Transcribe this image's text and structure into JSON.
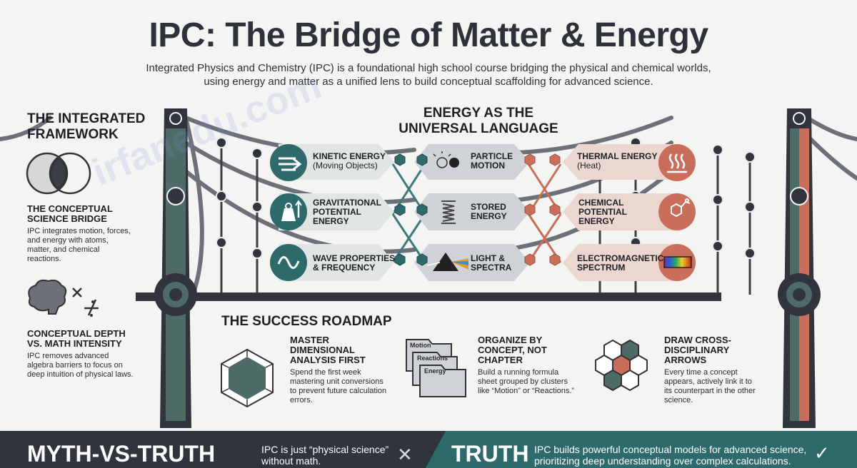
{
  "header": {
    "title": "IPC: The Bridge of Matter & Energy",
    "subtitle": "Integrated Physics and Chemistry (IPC) is a foundational high school course bridging the physical and chemical worlds, using energy and matter as a unified lens to build conceptual scaffolding for advanced science."
  },
  "framework": {
    "heading_line1": "THE INTEGRATED",
    "heading_line2": "FRAMEWORK",
    "items": [
      {
        "icon": "venn-diagram-icon",
        "title_line1": "THE CONCEPTUAL",
        "title_line2": "SCIENCE BRIDGE",
        "text": "IPC integrates motion, forces, and energy with atoms, matter, and chemical reactions."
      },
      {
        "icon": "brain-math-icon",
        "title_line1": "CONCEPTUAL DEPTH",
        "title_line2": "VS. MATH INTENSITY",
        "text": "IPC removes advanced algebra barriers to focus on deep intuition of physical laws."
      }
    ]
  },
  "energy": {
    "heading_line1": "ENERGY AS THE",
    "heading_line2": "UNIVERSAL LANGUAGE",
    "physics_nodes": [
      {
        "title": "KINETIC ENERGY",
        "sub": "(Moving Objects)",
        "icon": "arrows-right-icon"
      },
      {
        "title": "GRAVITATIONAL",
        "title2": "POTENTIAL",
        "title3": "ENERGY",
        "icon": "weight-icon"
      },
      {
        "title": "WAVE PROPERTIES",
        "title2": "& FREQUENCY",
        "icon": "wave-icon"
      }
    ],
    "bridge_nodes": [
      {
        "title": "PARTICLE",
        "title2": "MOTION",
        "icon": "particles-icon"
      },
      {
        "title": "STORED",
        "title2": "ENERGY",
        "icon": "spring-icon"
      },
      {
        "title": "LIGHT &",
        "title2": "SPECTRA",
        "icon": "prism-icon"
      }
    ],
    "chemistry_nodes": [
      {
        "title": "THERMAL ENERGY",
        "sub": "(Heat)",
        "icon": "heat-icon"
      },
      {
        "title": "CHEMICAL",
        "title2": "POTENTIAL",
        "title3": "ENERGY",
        "icon": "molecule-icon"
      },
      {
        "title": "ELECTROMAGNETIC",
        "title2": "SPECTRUM",
        "icon": "spectrum-icon"
      }
    ]
  },
  "roadmap": {
    "heading": "THE SUCCESS ROADMAP",
    "steps": [
      {
        "icon": "hexagon-cube-icon",
        "title_line1": "MASTER",
        "title_line2": "DIMENSIONAL",
        "title_line3": "ANALYSIS FIRST",
        "text": "Spend the first week mastering unit conversions to prevent future calculation errors."
      },
      {
        "icon": "folders-icon",
        "folders": [
          "Motion",
          "Reactions",
          "Energy"
        ],
        "title_line1": "ORGANIZE BY",
        "title_line2": "CONCEPT, NOT",
        "title_line3": "CHAPTER",
        "text": "Build a running formula sheet grouped by clusters like “Motion” or “Reactions.”"
      },
      {
        "icon": "hex-network-icon",
        "title_line1": "DRAW CROSS-",
        "title_line2": "DISCIPLINARY",
        "title_line3": "ARROWS",
        "text": "Every time a concept appears, actively link it to its counterpart in the other science."
      }
    ]
  },
  "footer": {
    "myth_heading": "MYTH-VS-TRUTH",
    "myth_text": "IPC is just “physical science” without math.",
    "truth_heading": "TRUTH",
    "truth_text": "IPC builds powerful conceptual models for advanced science, prioritizing deep understanding over complex calculations."
  },
  "watermark": "irfanedu.com",
  "colors": {
    "teal": "#2e6a6b",
    "teal_light": "#dfe6e4",
    "slate": "#30353d",
    "coral": "#c96e5a",
    "coral_light": "#ecd7d0",
    "gray_node": "#cfd2d6"
  }
}
